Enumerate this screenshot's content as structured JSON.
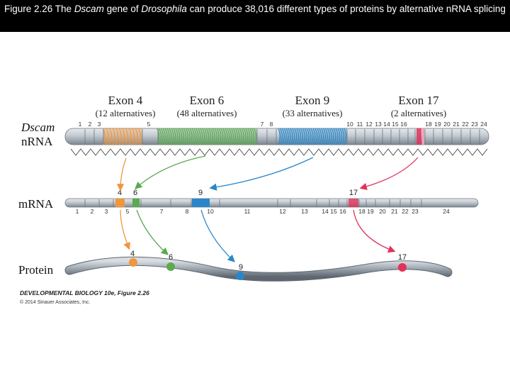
{
  "caption": {
    "prefix": "Figure 2.26  The ",
    "gene": "Dscam",
    "middle": " gene of ",
    "organism": "Drosophila",
    "suffix": " can produce 38,016 different types of proteins by alternative nRNA splicing"
  },
  "exon_headers": [
    {
      "title": "Exon 4",
      "subtitle": "(12 alternatives)"
    },
    {
      "title": "Exon 6",
      "subtitle": "(48 alternatives)"
    },
    {
      "title": "Exon 9",
      "subtitle": "(33 alternatives)"
    },
    {
      "title": "Exon 17",
      "subtitle": "(2 alternatives)"
    }
  ],
  "rows": {
    "nrna_italic": "Dscam",
    "nrna": "nRNA",
    "mrna": "mRNA",
    "protein": "Protein"
  },
  "nrna_numbers": [
    "1",
    "2",
    "3",
    "5",
    "7",
    "8",
    "10",
    "11",
    "12",
    "13",
    "14",
    "15",
    "16",
    "18",
    "19",
    "20",
    "21",
    "22",
    "23",
    "24"
  ],
  "mrna_top_labels": [
    "4",
    "6",
    "9",
    "17"
  ],
  "mrna_bottom_numbers": [
    "1",
    "2",
    "3",
    "5",
    "7",
    "8",
    "10",
    "11",
    "12",
    "13",
    "14",
    "15",
    "16",
    "18",
    "19",
    "20",
    "21",
    "22",
    "23",
    "24"
  ],
  "protein_labels": [
    "4",
    "6",
    "9",
    "17"
  ],
  "credit": {
    "line1": "DEVELOPMENTAL BIOLOGY 10e, Figure 2.26",
    "line2": "© 2014 Sinauer Associates, Inc."
  },
  "colors": {
    "exon4": "#f0963c",
    "exon6": "#5aaa50",
    "exon9": "#2a86c8",
    "exon17": "#e0325a",
    "tube": "#b4bcc4"
  }
}
